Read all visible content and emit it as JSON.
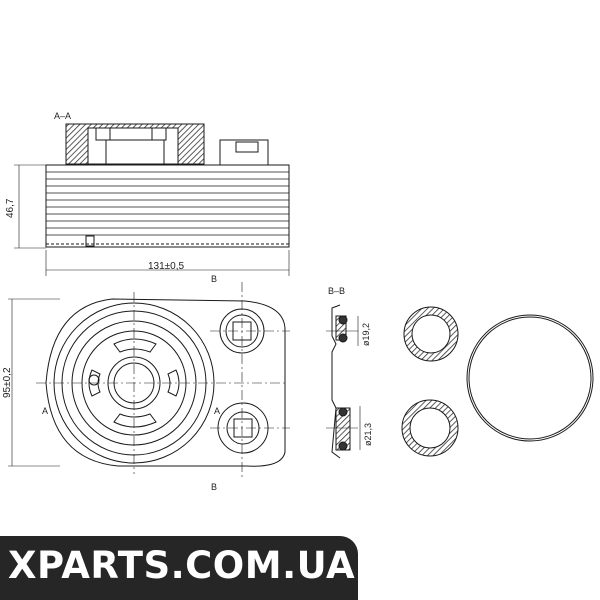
{
  "labels": {
    "section_aa": "A–A",
    "section_bb": "B–B",
    "dim_height": "46,7",
    "dim_length": "131±0,5",
    "dim_height2": "95±0,2",
    "dim_d1": "ø19,2",
    "dim_d2": "ø21,3",
    "b_top": "B",
    "b_bottom": "B",
    "a_left": "A",
    "a_right": "A"
  },
  "watermark": {
    "text": "XPARTS.COM.UA"
  },
  "colors": {
    "line": "#1a1a1a",
    "banner": "#262626",
    "banner_text": "#ffffff"
  }
}
